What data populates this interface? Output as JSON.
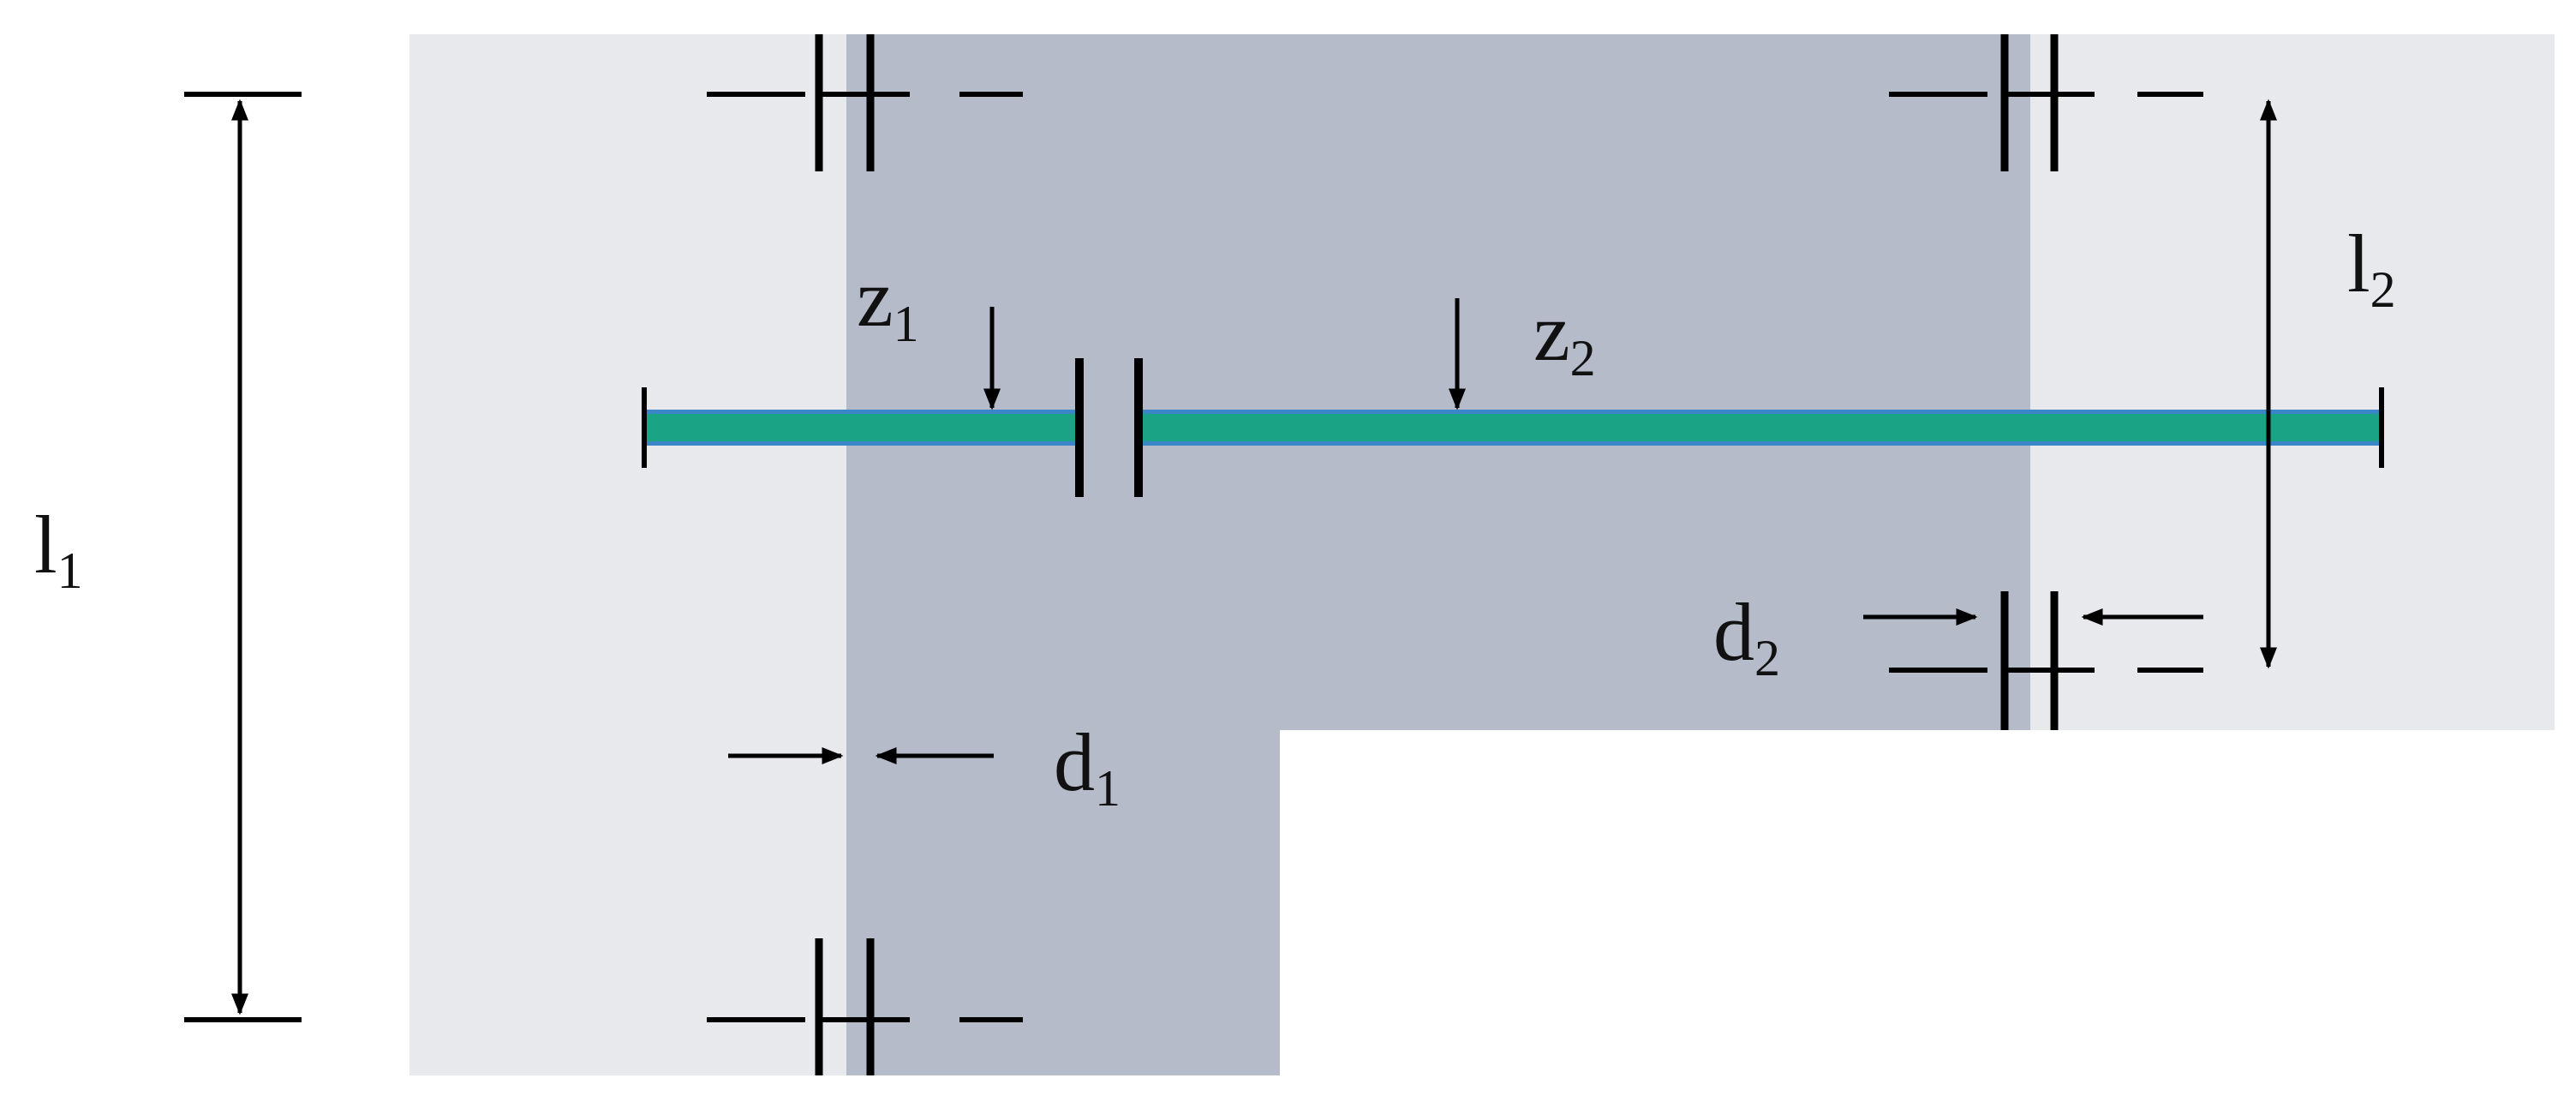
{
  "colors": {
    "background": "#ffffff",
    "light_region": "#e8e9ed",
    "dark_region": "#b5bbc9",
    "strip_center": "#1aa385",
    "strip_edge": "#3a86c8",
    "ink": "#000000"
  },
  "labels": {
    "l1": {
      "base": "l",
      "sub": "1"
    },
    "l2": {
      "base": "l",
      "sub": "2"
    },
    "z1": {
      "base": "z",
      "sub": "1"
    },
    "z2": {
      "base": "z",
      "sub": "2"
    },
    "d1": {
      "base": "d",
      "sub": "1"
    },
    "d2": {
      "base": "d",
      "sub": "2"
    }
  }
}
